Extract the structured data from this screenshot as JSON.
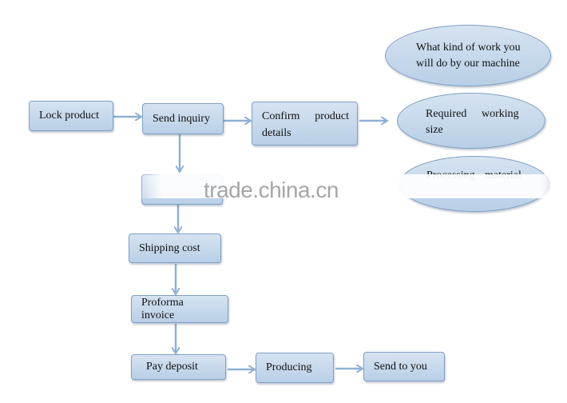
{
  "nodes": {
    "lock_product": "Lock product",
    "send_inquiry": "Send inquiry",
    "confirm_line1_a": "Confirm",
    "confirm_line1_b": "product",
    "confirm_line2": "details",
    "work_line1": "What kind of work you",
    "work_line2": "will do by our machine",
    "size_line1_a": "Required",
    "size_line1_b": "working",
    "size_line2": "size",
    "material_line1_a": "Processing",
    "material_line1_b": "material",
    "shipping_cost": "Shipping cost",
    "proforma_invoice": "Proforma invoice",
    "pay_deposit": "Pay deposit",
    "producing": "Producing",
    "send_to_you": "Send to you"
  },
  "watermark": "trade.china.cn",
  "colors": {
    "box_fill_top": "#d6e3f1",
    "box_fill_bottom": "#b9cfe6",
    "box_border": "#7f9fc4",
    "arrow": "#8fb0d4"
  }
}
